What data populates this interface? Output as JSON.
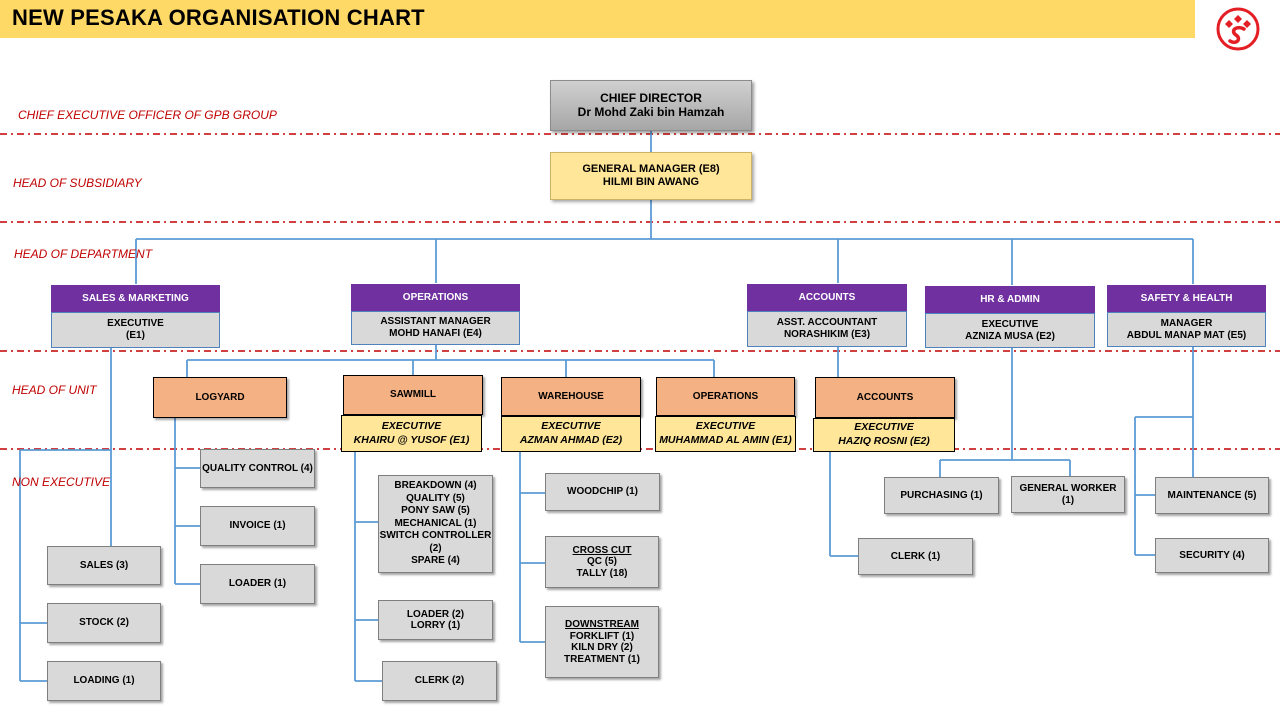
{
  "header": {
    "title": "NEW PESAKA ORGANISATION CHART",
    "banner_color": "#FFD966",
    "logo_icon": "pesaka-logo",
    "logo_color": "#E31E24"
  },
  "levels": {
    "ceo": "CHIEF EXECUTIVE OFFICER OF GPB GROUP",
    "subsidiary": "HEAD OF SUBSIDIARY",
    "department": "HEAD OF DEPARTMENT",
    "unit": "HEAD OF UNIT",
    "non_executive": "NON EXECUTIVE"
  },
  "chief": {
    "title": "CHIEF DIRECTOR",
    "name": "Dr Mohd Zaki bin Hamzah"
  },
  "gm": {
    "title": "GENERAL MANAGER  (E8)",
    "name": "HILMI BIN AWANG"
  },
  "departments": {
    "sales": {
      "name": "SALES & MARKETING",
      "line1": "EXECUTIVE",
      "line2": "(E1)"
    },
    "operations": {
      "name": "OPERATIONS",
      "line1": "ASSISTANT MANAGER",
      "line2": "MOHD HANAFI (E4)"
    },
    "accounts": {
      "name": "ACCOUNTS",
      "line1": "ASST. ACCOUNTANT",
      "line2": "NORASHIKIM (E3)"
    },
    "hr": {
      "name": "HR & ADMIN",
      "line1": "EXECUTIVE",
      "line2": "AZNIZA MUSA (E2)"
    },
    "safety": {
      "name": "SAFETY & HEALTH",
      "line1": "MANAGER",
      "line2": "ABDUL MANAP MAT (E5)"
    }
  },
  "units": {
    "logyard": {
      "name": "LOGYARD"
    },
    "sawmill": {
      "name": "SAWMILL",
      "exec_title": "EXECUTIVE",
      "exec_name": "KHAIRU @ YUSOF (E1)"
    },
    "warehouse": {
      "name": "WAREHOUSE",
      "exec_title": "EXECUTIVE",
      "exec_name": "AZMAN AHMAD (E2)"
    },
    "operations": {
      "name": "OPERATIONS",
      "exec_title": "EXECUTIVE",
      "exec_name": "MUHAMMAD AL AMIN (E1)"
    },
    "accounts": {
      "name": "ACCOUNTS",
      "exec_title": "EXECUTIVE",
      "exec_name": "HAZIQ ROSNI (E2)"
    }
  },
  "staff": {
    "sales": "SALES (3)",
    "stock": "STOCK (2)",
    "loading": "LOADING (1)",
    "quality_control": "QUALITY CONTROL  (4)",
    "invoice": "INVOICE (1)",
    "loader_logyard": "LOADER (1)",
    "sawmill_group": [
      "BREAKDOWN (4)",
      "QUALITY (5)",
      "PONY SAW (5)",
      "MECHANICAL (1)",
      "SWITCH CONTROLLER (2)",
      "SPARE (4)"
    ],
    "loader_lorry": [
      "LOADER (2)",
      "LORRY (1)"
    ],
    "clerk_sawmill": "CLERK (2)",
    "woodchip": "WOODCHIP (1)",
    "crosscut": {
      "heading": "CROSS CUT",
      "lines": [
        "QC (5)",
        "TALLY (18)"
      ]
    },
    "downstream": {
      "heading": "DOWNSTREAM",
      "lines": [
        "FORKLIFT (1)",
        "KILN DRY (2)",
        "TREATMENT (1)"
      ]
    },
    "clerk_accounts": "CLERK (1)",
    "purchasing": "PURCHASING (1)",
    "general_worker": "GENERAL WORKER (1)",
    "maintenance": "MAINTENANCE (5)",
    "security": "SECURITY (4)"
  },
  "colors": {
    "dept_header": "#7030A0",
    "unit_box": "#F4B183",
    "exec_box": "#FFE699",
    "staff_box": "#D9D9D9",
    "connector": "#5B9BD5",
    "divider": "#C00000"
  }
}
